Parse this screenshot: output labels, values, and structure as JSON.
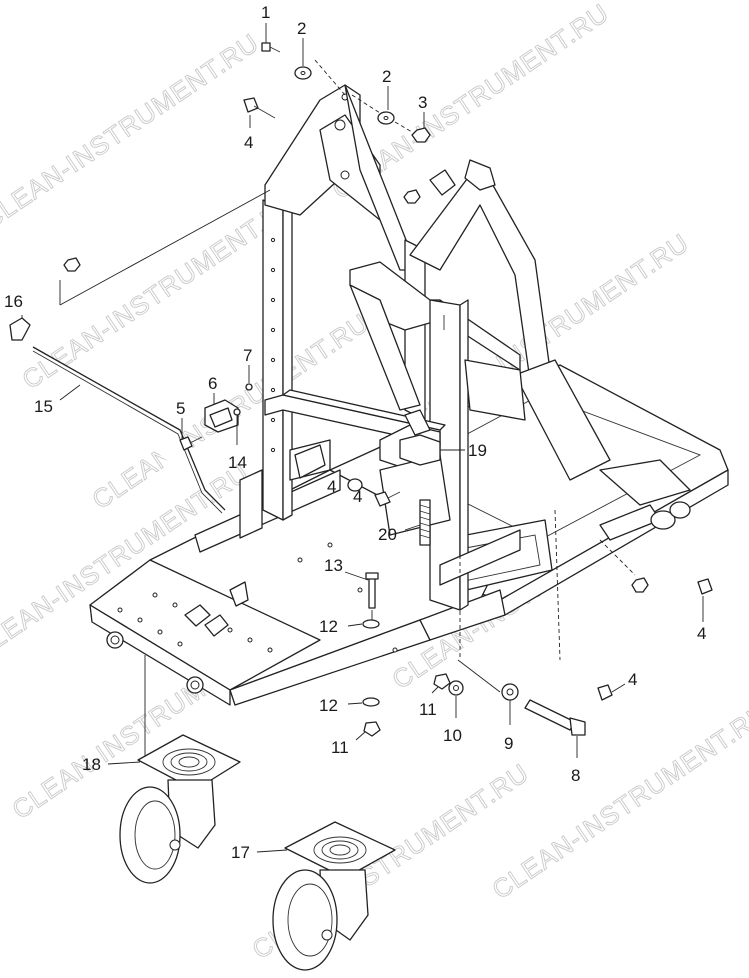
{
  "watermark": {
    "text": "CLEAN-INSTRUMENT.RU"
  },
  "callouts": [
    {
      "id": "c1a",
      "label": "1"
    },
    {
      "id": "c2a",
      "label": "2"
    },
    {
      "id": "c2b",
      "label": "2"
    },
    {
      "id": "c3",
      "label": "3"
    },
    {
      "id": "c4a",
      "label": "4"
    },
    {
      "id": "c16",
      "label": "16"
    },
    {
      "id": "c7",
      "label": "7"
    },
    {
      "id": "c6",
      "label": "6"
    },
    {
      "id": "c5",
      "label": "5"
    },
    {
      "id": "c15",
      "label": "15"
    },
    {
      "id": "c14",
      "label": "14"
    },
    {
      "id": "c19",
      "label": "19"
    },
    {
      "id": "c4b",
      "label": "4"
    },
    {
      "id": "c4c",
      "label": "4"
    },
    {
      "id": "c20",
      "label": "20"
    },
    {
      "id": "c13",
      "label": "13"
    },
    {
      "id": "c12a",
      "label": "12"
    },
    {
      "id": "c4d",
      "label": "4"
    },
    {
      "id": "c4e",
      "label": "4"
    },
    {
      "id": "c12b",
      "label": "12"
    },
    {
      "id": "c11a",
      "label": "11"
    },
    {
      "id": "c11b",
      "label": "11"
    },
    {
      "id": "c10",
      "label": "10"
    },
    {
      "id": "c9",
      "label": "9"
    },
    {
      "id": "c8",
      "label": "8"
    },
    {
      "id": "c18",
      "label": "18"
    },
    {
      "id": "c17",
      "label": "17"
    }
  ]
}
